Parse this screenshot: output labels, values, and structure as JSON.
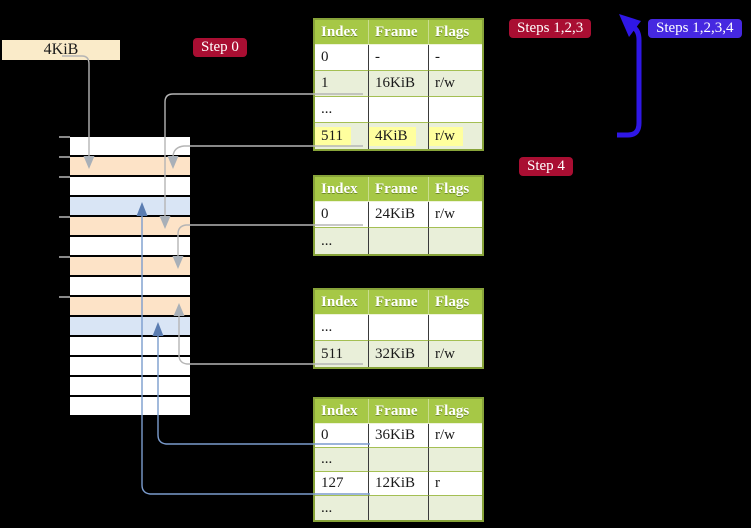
{
  "colors": {
    "page_bg": "#000000",
    "table_header_bg": "#a6c846",
    "table_border": "#87a339",
    "table_row_alt": "#e9efd9",
    "table_row_white": "#ffffff",
    "highlight_yellow": "#ffff9e",
    "frame_peach": "#fde3c7",
    "frame_blue": "#d9e5f5",
    "frame_white": "#ffffff",
    "label_cream_bg": "#faebc9",
    "step_red_bg": "#a90e32",
    "step_blue_bg": "#4628e0",
    "arrow_gray": "#b5b5b5",
    "arrow_gray_head": "#a9b0b8",
    "arrow_blue_thin": "#7b9cce",
    "arrow_blue_head": "#5b7db1",
    "arrow_blue_thick": "#2f17e6"
  },
  "labels": {
    "frame_size": "4KiB",
    "step0": "Step 0",
    "steps123": "Steps 1,2,3",
    "steps1234": "Steps 1,2,3,4",
    "step4": "Step 4"
  },
  "memory": {
    "rows": [
      {
        "type": "white"
      },
      {
        "type": "peach"
      },
      {
        "type": "white"
      },
      {
        "type": "blue"
      },
      {
        "type": "peach"
      },
      {
        "type": "white"
      },
      {
        "type": "peach"
      },
      {
        "type": "white"
      },
      {
        "type": "peach"
      },
      {
        "type": "blue"
      },
      {
        "type": "white"
      },
      {
        "type": "white"
      },
      {
        "type": "white"
      },
      {
        "type": "white"
      }
    ],
    "tick_boundaries": [
      0,
      1,
      2,
      4,
      6,
      8
    ]
  },
  "tables": [
    {
      "headers": [
        "Index",
        "Frame",
        "Flags"
      ],
      "rows": [
        {
          "cells": [
            "0",
            "-",
            "-"
          ]
        },
        {
          "cells": [
            "1",
            "16KiB",
            "r/w"
          ]
        },
        {
          "cells": [
            "...",
            "",
            ""
          ]
        },
        {
          "cells": [
            "511",
            "4KiB",
            "r/w"
          ],
          "highlight": true
        }
      ]
    },
    {
      "headers": [
        "Index",
        "Frame",
        "Flags"
      ],
      "rows": [
        {
          "cells": [
            "0",
            "24KiB",
            "r/w"
          ]
        },
        {
          "cells": [
            "...",
            "",
            ""
          ]
        }
      ]
    },
    {
      "headers": [
        "Index",
        "Frame",
        "Flags"
      ],
      "rows": [
        {
          "cells": [
            "...",
            "",
            ""
          ]
        },
        {
          "cells": [
            "511",
            "32KiB",
            "r/w"
          ]
        }
      ]
    },
    {
      "headers": [
        "Index",
        "Frame",
        "Flags"
      ],
      "rows": [
        {
          "cells": [
            "0",
            "36KiB",
            "r/w"
          ]
        },
        {
          "cells": [
            "...",
            "",
            ""
          ]
        },
        {
          "cells": [
            "127",
            "12KiB",
            "r"
          ]
        },
        {
          "cells": [
            "...",
            "",
            ""
          ]
        }
      ]
    }
  ]
}
